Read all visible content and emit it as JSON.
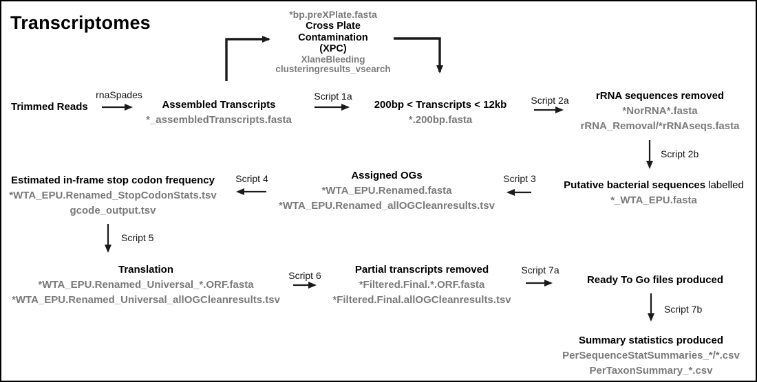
{
  "title": "Transcriptomes",
  "colors": {
    "ink": "#000000",
    "muted_file_text": "#7a7a7a",
    "background": "#ffffff",
    "border": "#000000"
  },
  "nodes": {
    "trimmed_reads": {
      "title": "Trimmed Reads"
    },
    "assembled_transcripts": {
      "title": "Assembled Transcripts",
      "files": [
        "*_assembledTranscripts.fasta"
      ]
    },
    "cross_plate_contamination": {
      "input_file": "*bp.preXPlate.fasta",
      "title_lines": [
        "Cross Plate",
        "Contamination",
        "(XPC)"
      ],
      "files": [
        "XlaneBleeding",
        "clusteringresults_vsearch"
      ]
    },
    "length_filtered": {
      "title": "200bp < Transcripts < 12kb",
      "files": [
        "*.200bp.fasta"
      ]
    },
    "rrna_removed": {
      "title": "rRNA sequences removed",
      "files": [
        "*NorRNA*.fasta",
        "rRNA_Removal/*rRNAseqs.fasta"
      ]
    },
    "bacterial_labelled": {
      "title_bold": "Putative bacterial sequences",
      "title_regular": "labelled",
      "files": [
        "*_WTA_EPU.fasta"
      ]
    },
    "assigned_ogs": {
      "title": "Assigned OGs",
      "files": [
        "*WTA_EPU.Renamed.fasta",
        "*WTA_EPU.Renamed_allOGCleanresults.tsv"
      ]
    },
    "stop_codon_frequency": {
      "title": "Estimated in-frame stop codon frequency",
      "files": [
        "*WTA_EPU.Renamed_StopCodonStats.tsv",
        "gcode_output.tsv"
      ]
    },
    "translation": {
      "title": "Translation",
      "files": [
        "*WTA_EPU.Renamed_Universal_*.ORF.fasta",
        "*WTA_EPU.Renamed_Universal_allOGCleanresults.tsv"
      ]
    },
    "partial_transcripts_removed": {
      "title": "Partial transcripts removed",
      "files": [
        "*Filtered.Final.*.ORF.fasta",
        "*Filtered.Final.allOGCleanresults.tsv"
      ]
    },
    "ready_to_go": {
      "title": "Ready To Go files produced"
    },
    "summary_statistics": {
      "title": "Summary statistics produced",
      "files": [
        "PerSequenceStatSummaries_*/*.csv",
        "PerTaxonSummary_*.csv"
      ]
    }
  },
  "edges": {
    "rnaspades": "rnaSpades",
    "script_1a": "Script 1a",
    "script_2a": "Script 2a",
    "script_2b": "Script 2b",
    "script_3": "Script 3",
    "script_4": "Script 4",
    "script_5": "Script 5",
    "script_6": "Script 6",
    "script_7a": "Script 7a",
    "script_7b": "Script 7b"
  }
}
